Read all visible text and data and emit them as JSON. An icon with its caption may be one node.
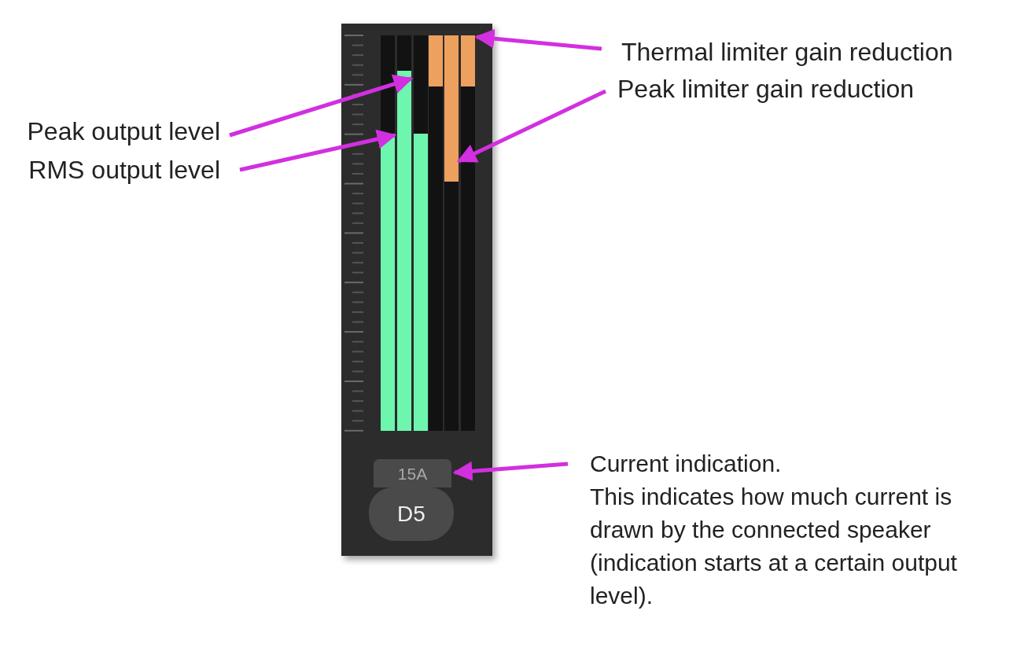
{
  "diagram": {
    "nodes": [
      {
        "text": [
          "Thermal limiter gain reduction"
        ]
      },
      {
        "text": [
          "Peak limiter gain reduction"
        ]
      },
      {
        "text": [
          "Peak output level"
        ]
      },
      {
        "text": [
          "RMS output level"
        ]
      },
      {
        "text": [
          "Current indication.",
          "This indicates how much current is drawn by the connected speaker (indication starts at a certain output level)."
        ]
      },
      {
        "text": [
          "15A"
        ]
      },
      {
        "text": [
          "D5"
        ]
      },
      {
        "text": [],
        "shape": "bar"
      },
      {
        "text": [],
        "shape": "bar"
      },
      {
        "text": [],
        "shape": "bar"
      },
      {
        "text": [],
        "shape": "bar"
      },
      {
        "text": [],
        "shape": "bar"
      },
      {
        "text": [],
        "shape": "bar"
      }
    ],
    "edges": [
      {
        "from": 0,
        "to": 12,
        "arrow": "to"
      },
      {
        "from": 1,
        "to": 11,
        "arrow": "to"
      },
      {
        "from": 2,
        "to": 8,
        "arrow": "to"
      },
      {
        "from": 3,
        "to": 7,
        "arrow": "to"
      },
      {
        "from": 4,
        "to": 5,
        "arrow": "to"
      }
    ]
  }
}
